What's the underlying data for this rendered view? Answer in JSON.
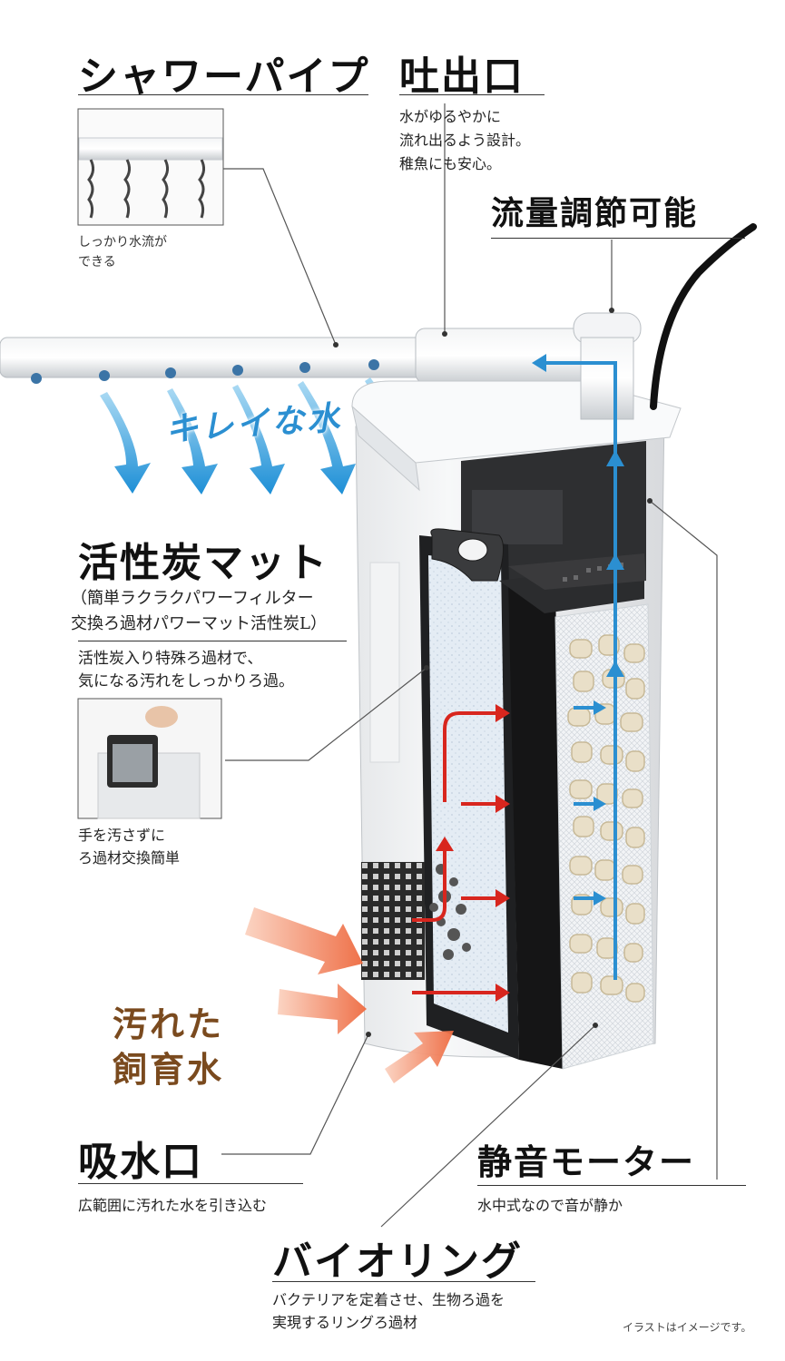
{
  "shower_pipe": {
    "title": "シャワーパイプ",
    "caption_lines": [
      "しっかり水流が",
      "できる"
    ]
  },
  "outlet": {
    "title": "吐出口",
    "desc_lines": [
      "水がゆるやかに",
      "流れ出るよう設計。",
      "稚魚にも安心。"
    ]
  },
  "flow_control": {
    "title": "流量調節可能"
  },
  "clean_water": "キレイな水",
  "carbon_mat": {
    "title": "活性炭マット",
    "sub_lines": [
      "（簡単ラクラクパワーフィルター",
      "交換ろ過材パワーマット活性炭L）"
    ],
    "desc_lines": [
      "活性炭入り特殊ろ過材で、",
      "気になる汚れをしっかりろ過。"
    ],
    "caption_lines": [
      "手を汚さずに",
      "ろ過材交換簡単"
    ]
  },
  "dirty_water_lines": [
    "汚れた",
    "飼育水"
  ],
  "intake": {
    "title": "吸水口",
    "desc": "広範囲に汚れた水を引き込む"
  },
  "motor": {
    "title": "静音モーター",
    "desc": "水中式なので音が静か"
  },
  "bioring": {
    "title": "バイオリング",
    "desc_lines": [
      "バクテリアを定着させ、生物ろ過を",
      "実現するリングろ過材"
    ]
  },
  "note": "イラストはイメージです。",
  "colors": {
    "clean_flow": "#2b8fd1",
    "dirty_flow": "#d8261e",
    "dirty_text": "#7a4a1e",
    "intake_arrows": "#ee7a52"
  }
}
